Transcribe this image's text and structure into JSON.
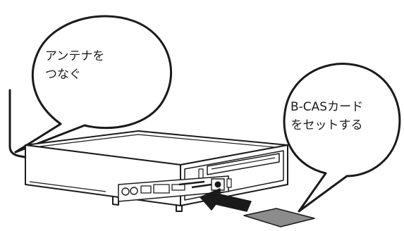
{
  "callouts": {
    "antenna": {
      "line1": "アンテナを",
      "line2": "つなぐ"
    },
    "card": {
      "line1": "B-CASカード",
      "line2": "をセットする"
    }
  },
  "colors": {
    "stroke": "#1a1a1a",
    "arrow_fill": "#1a1a1a",
    "card_fill": "#8c8c8c",
    "background": "#ffffff"
  },
  "icons": [
    "desktop-pc-illustration",
    "antenna-cable",
    "insert-arrow",
    "bcas-card"
  ]
}
